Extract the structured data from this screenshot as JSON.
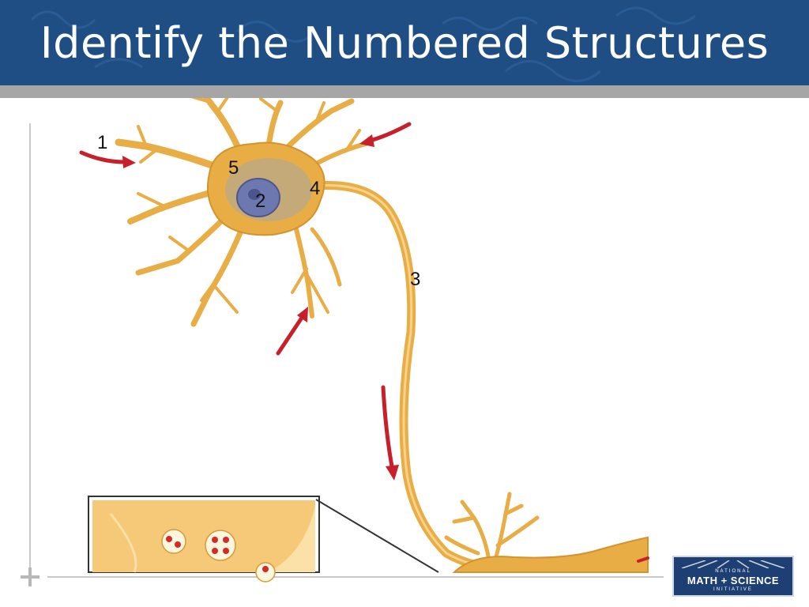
{
  "slide": {
    "title": "Identify the Numbered Structures"
  },
  "figure": {
    "labels": [
      "1",
      "2",
      "3",
      "4",
      "5"
    ],
    "arrow_color": "#c8202a",
    "neuron_color": "#e8ad45"
  },
  "logo": {
    "top_text": "NATIONAL",
    "main_text": "MATH + SCIENCE",
    "bottom_text": "INITIATIVE"
  },
  "colors": {
    "title_bar": "#1f4e85",
    "title_text": "#ffffff",
    "divider": "#a6a6a6"
  }
}
